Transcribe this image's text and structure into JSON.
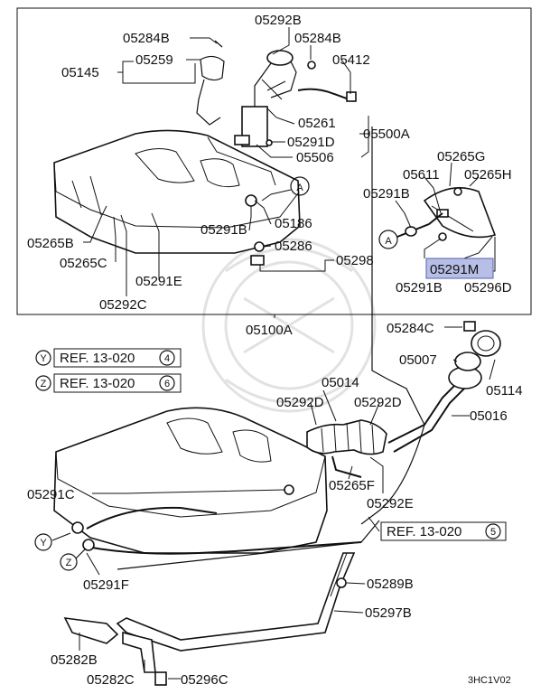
{
  "labels": {
    "p05292B_top": "05292B",
    "p05284B_l": "05284B",
    "p05284B_r": "05284B",
    "p05259": "05259",
    "p05145": "05145",
    "p05412": "05412",
    "p05261": "05261",
    "p05291D": "05291D",
    "p05500A": "05500A",
    "p05506": "05506",
    "p05265G": "05265G",
    "p05611": "05611",
    "p05265H": "05265H",
    "p05291B_a": "05291B",
    "p05291B_b": "05291B",
    "p05291B_c": "05291B",
    "p05186": "05186",
    "p05265B": "05265B",
    "p05265C": "05265C",
    "p05291E": "05291E",
    "p05292C": "05292C",
    "p05286": "05286",
    "p05298": "05298",
    "p05291M": "05291M",
    "p05296D": "05296D",
    "p05100A": "05100A",
    "p05284C": "05284C",
    "p05007": "05007",
    "p05114": "05114",
    "p05014": "05014",
    "p05292D_l": "05292D",
    "p05292D_r": "05292D",
    "p05016": "05016",
    "p05291C": "05291C",
    "p05265F": "05265F",
    "p05292E": "05292E",
    "p05291F": "05291F",
    "p05289B": "05289B",
    "p05297B": "05297B",
    "p05282B": "05282B",
    "p05282C": "05282C",
    "p05296C": "05296C",
    "code": "3HC1V02"
  },
  "refs": {
    "y_letter": "Y",
    "z_letter": "Z",
    "a_letter": "A",
    "ref1_text": "REF. 13-020",
    "ref1_num": "4",
    "ref2_text": "REF. 13-020",
    "ref2_num": "6",
    "ref3_text": "REF. 13-020",
    "ref3_num": "5"
  },
  "highlight": {
    "part": "05291M",
    "color": "#b8bfe6"
  }
}
